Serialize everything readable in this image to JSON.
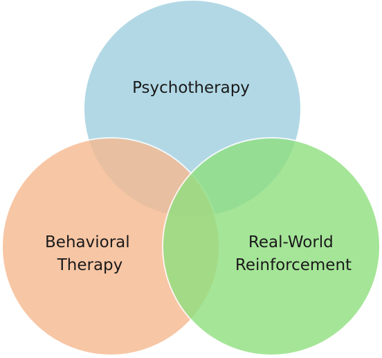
{
  "diagram": {
    "circles": [
      {
        "id": "psychotherapy",
        "lines": [
          "Psychotherapy"
        ],
        "color": "#9fcfdf"
      },
      {
        "id": "behavioral",
        "lines": [
          "Behavioral",
          "Therapy"
        ],
        "color": "#f6b98f"
      },
      {
        "id": "realworld",
        "lines": [
          "Real-World",
          "Reinforcement"
        ],
        "color": "#8fdf7f"
      }
    ]
  }
}
